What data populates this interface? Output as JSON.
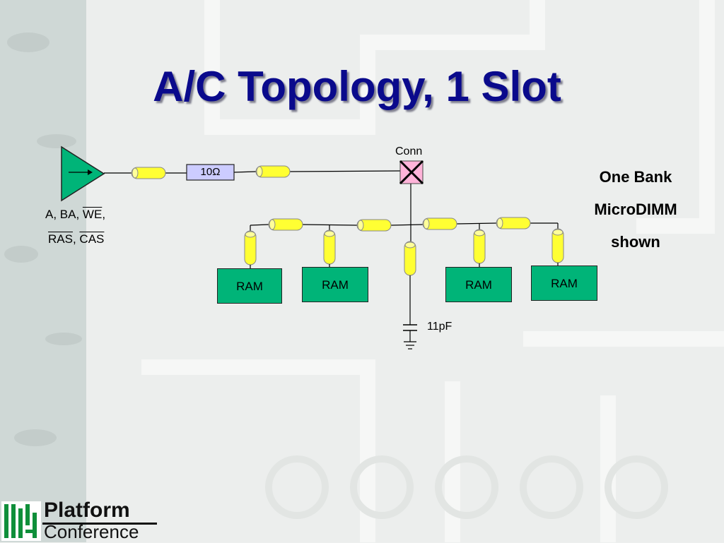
{
  "slide": {
    "title": "A/C Topology, 1 Slot"
  },
  "diagram": {
    "driver_signals_line1_a": "A, BA, ",
    "driver_signals_line1_we": "WE",
    "driver_signals_line1_comma": ",",
    "driver_signals_line2_ras": "RAS",
    "driver_signals_line2_sep": ", ",
    "driver_signals_line2_cas": "CAS",
    "resistor_label": "10Ω",
    "connector_label": "Conn",
    "capacitor_label": "11pF",
    "ram_labels": [
      "RAM",
      "RAM",
      "RAM",
      "RAM"
    ]
  },
  "notes": {
    "line1": "One Bank",
    "line2": "MicroDIMM",
    "line3": "shown"
  },
  "logo": {
    "name": "Platform",
    "sub": "Conference"
  },
  "colors": {
    "title": "#0a0a8c",
    "driver": "#00b478",
    "ram": "#00b478",
    "transmission_line": "#ffff33",
    "resistor_fill": "#ccccff",
    "connector": "#ffb3d9"
  }
}
